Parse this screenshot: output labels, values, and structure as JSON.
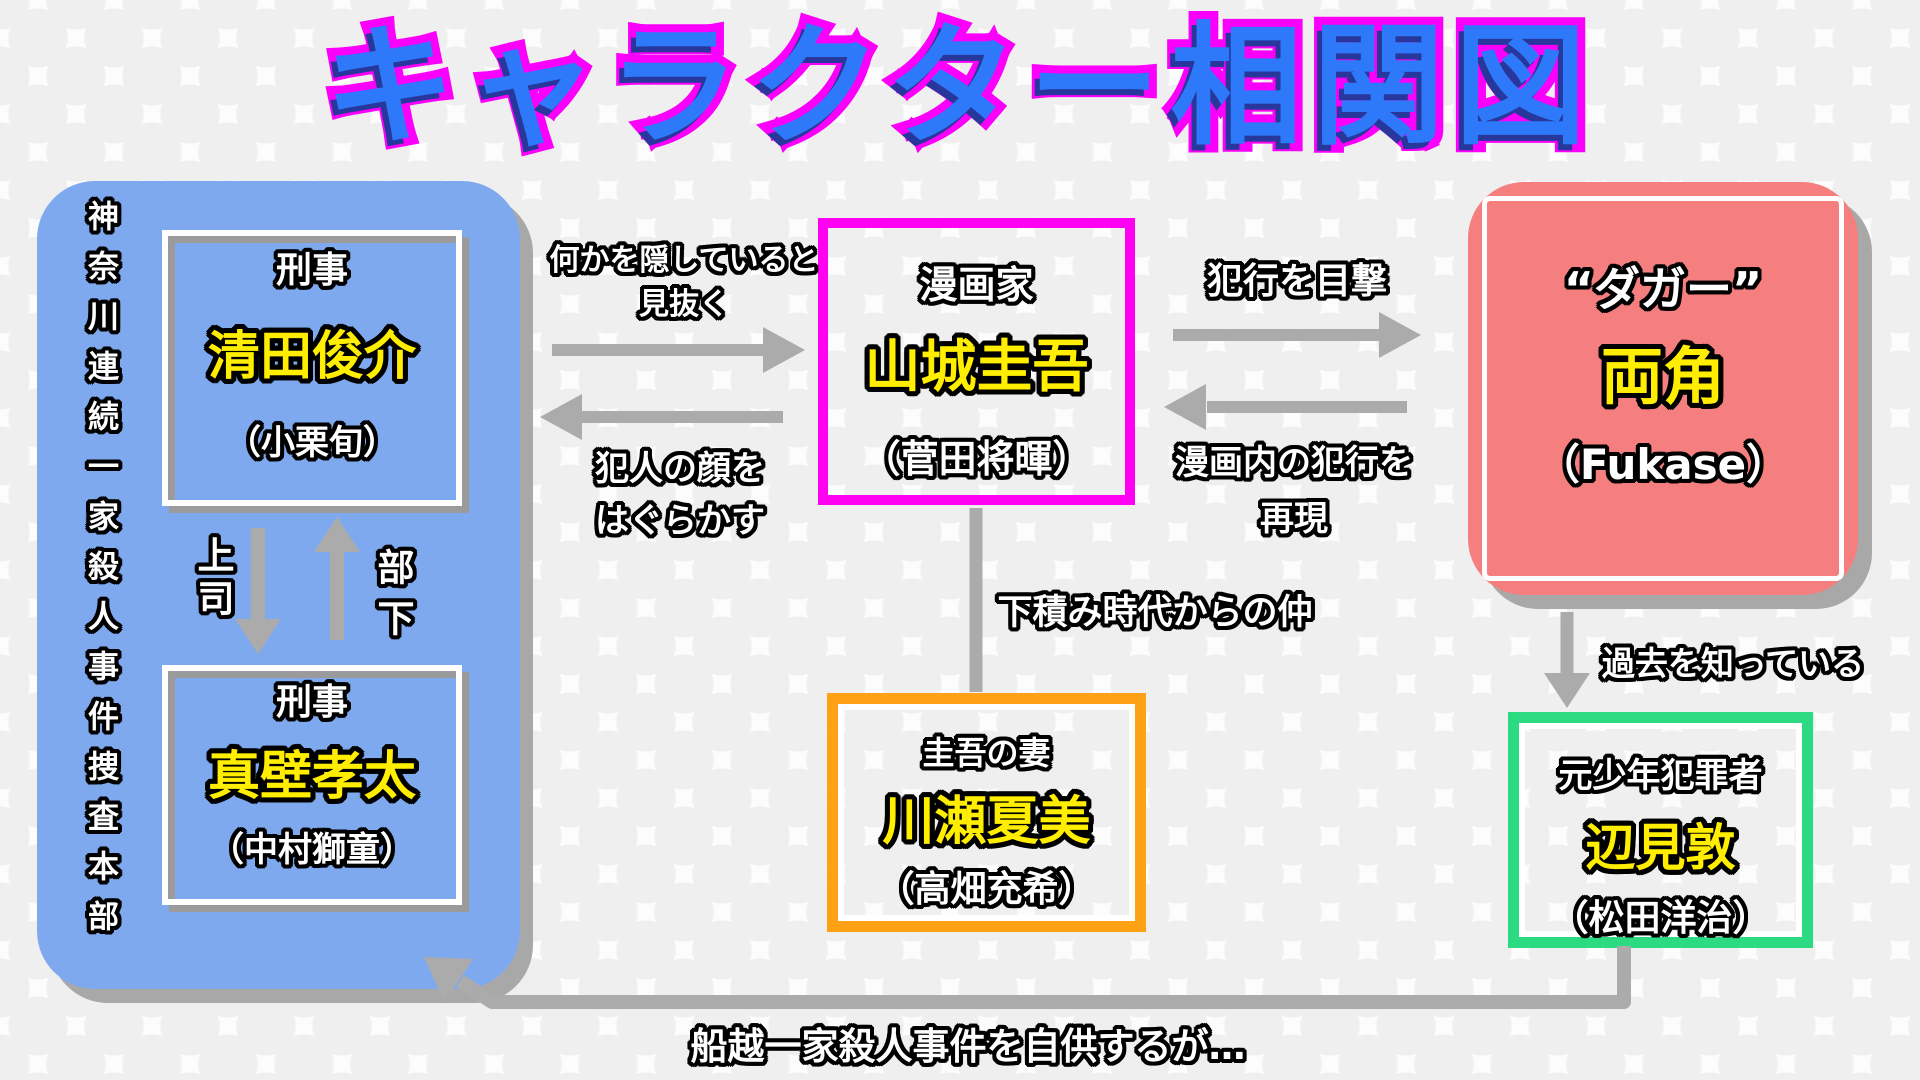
{
  "title": "キャラクター相関図",
  "colors": {
    "title_fill": "#2e79fa",
    "title_outline": "#fa00fa",
    "blue_panel": "#7fa9ee",
    "red_panel": "#f57e7e",
    "magenta_border": "#ff00f2",
    "orange_border": "#ffa114",
    "green_border": "#2bda81",
    "name_yellow": "#ffee00",
    "arrow_gray": "#ababab"
  },
  "left_panel": {
    "header_vertical": "神奈川連続一家殺人事件捜査本部",
    "detective1": {
      "role": "刑事",
      "name": "清田俊介",
      "actor": "（小栗旬）"
    },
    "relation": {
      "boss": "上司",
      "subordinate": "部下"
    },
    "detective2": {
      "role": "刑事",
      "name": "真壁孝太",
      "actor": "（中村獅童）"
    }
  },
  "mangaka": {
    "role": "漫画家",
    "name": "山城圭吾",
    "actor": "（菅田将暉）"
  },
  "dagger": {
    "alias": "“ダガー”",
    "name": "両角",
    "actor": "（Fukase）"
  },
  "wife": {
    "role": "圭吾の妻",
    "name": "川瀬夏美",
    "actor": "（高畑充希）"
  },
  "ex_offender": {
    "role": "元少年犯罪者",
    "name": "辺見敦",
    "actor": "（松田洋治）"
  },
  "edges": {
    "suspects_line1": "何かを隠していると",
    "suspects_line2": "見抜く",
    "evades_line1": "犯人の顔を",
    "evades_line2": "はぐらかす",
    "witness": "犯行を目撃",
    "reenact_line1": "漫画内の犯行を",
    "reenact_line2": "再現",
    "old_friends": "下積み時代からの仲",
    "knows_past": "過去を知っている",
    "confession": "船越一家殺人事件を自供するが…"
  }
}
